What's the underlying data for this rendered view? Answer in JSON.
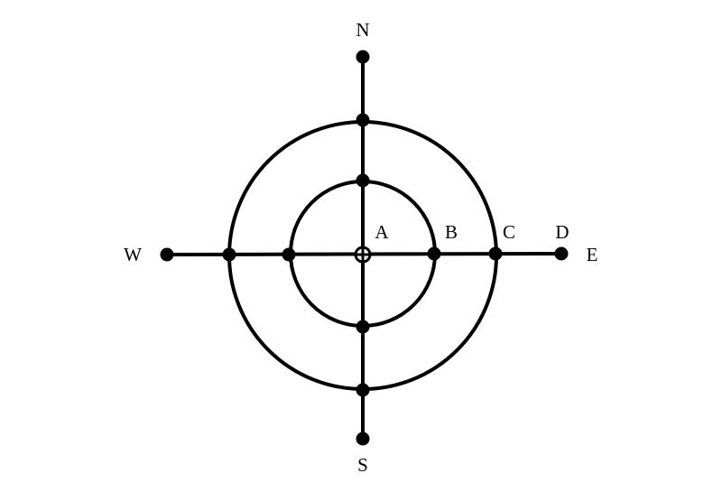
{
  "compass": {
    "north": "N",
    "south": "S",
    "east": "E",
    "west": "W"
  },
  "points": {
    "a": "A",
    "b": "B",
    "c": "C",
    "d": "D"
  },
  "colors": {
    "ink": "#000000",
    "background": "#ffffff"
  }
}
